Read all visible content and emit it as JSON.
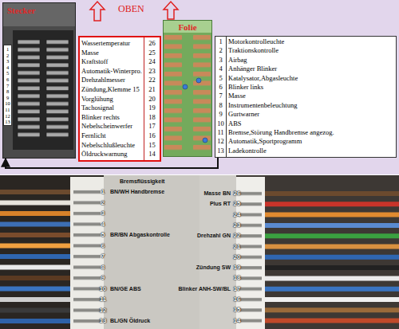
{
  "diagram": {
    "nodes": [
      {
        "text": [
          "Stecker"
        ]
      },
      {
        "text": [
          "1",
          "2",
          "3",
          "4",
          "5",
          "6",
          "7",
          "8",
          "9",
          "10",
          "11",
          "12",
          "13"
        ],
        "in": 0
      },
      {
        "text": [
          "Wassertemperatur",
          "26",
          "Masse",
          "25",
          "Kraftstoff",
          "24",
          "Automatik-Winterpro.",
          "23",
          "Drehzahlmesser",
          "22",
          "Zündung,Klemme 15",
          "21",
          "Vorglühung",
          "20",
          "Tachosignal",
          "19",
          "Blinker rechts",
          "18",
          "Nebelscheinwerfer",
          "17",
          "Fernlicht",
          "16",
          "Nebelschlußleuchte",
          "15",
          "Öldruckwarnung",
          "14"
        ]
      },
      {
        "text": [
          "Folie"
        ]
      },
      {
        "text": [
          "1",
          "Motorkontrolleuchte",
          "2",
          "Traktionskontrolle",
          "3",
          "Airbag",
          "4",
          "Anhänger Blinker",
          "5",
          "Katalysator,Abgasleuchte",
          "6",
          "Blinker links",
          "7",
          "Masse",
          "8",
          "Instrumentenbeleuchtung",
          "9",
          "Gurtwarner",
          "10",
          "ABS",
          "11",
          "Bremse,Störung Handbremse angezog.",
          "12",
          "Automatik,Sportprogramm",
          "13",
          "Ladekontrolle"
        ]
      }
    ],
    "edges": [
      {
        "from": 4,
        "to": 0,
        "arrow": "to"
      }
    ],
    "labels": [
      "OBEN",
      "Bremsflüssigkeit",
      "1",
      "BN/WH Handbremse",
      "2",
      "3",
      "4",
      "5",
      "BR/BN Abgaskontrolle",
      "6",
      "7",
      "8",
      "9",
      "10",
      "BN/GE ABS",
      "11",
      "12",
      "13",
      "BL/GN Öldruck",
      "Masse BN",
      "26",
      "Plus RT",
      "25",
      "24",
      "23",
      "Drehzahl GN",
      "22",
      "21",
      "20",
      "Zündung SW",
      "19",
      "18",
      "Blinker ANH-SW/BL",
      "17",
      "16",
      "15",
      "14"
    ]
  }
}
